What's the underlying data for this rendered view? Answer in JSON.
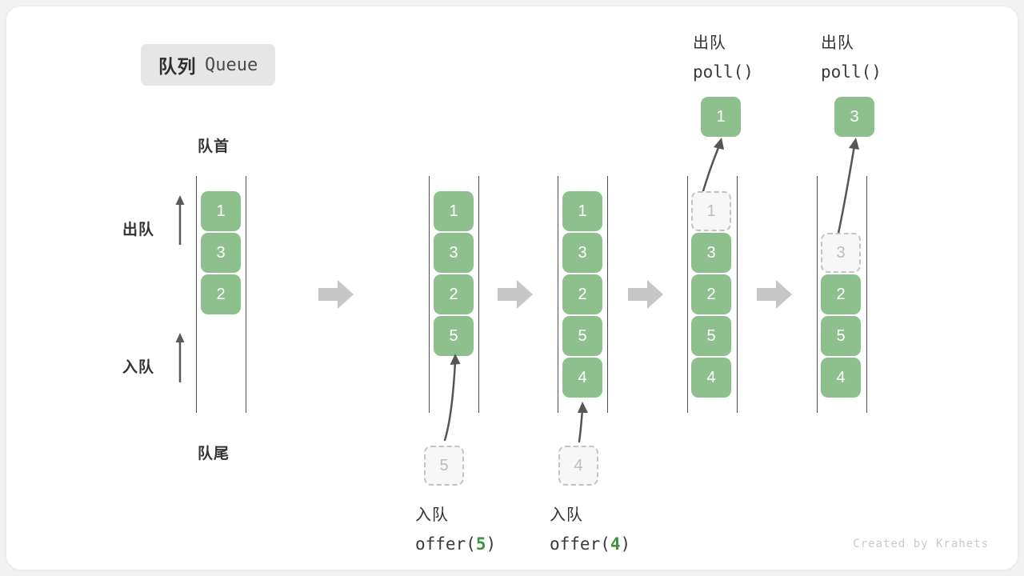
{
  "title": {
    "cn": "队列",
    "en": "Queue"
  },
  "labels": {
    "head": "队首",
    "tail": "队尾",
    "dequeue": "出队",
    "enqueue": "入队"
  },
  "colors": {
    "element": "#8ec08e",
    "ghost_fill": "#f7f7f7",
    "ghost_border": "#c3c3c3",
    "ghost_text": "#bdbdbd",
    "rail": "#4f4f4f",
    "flow_arrow": "#c6c6c6",
    "motion_arrow": "#555555",
    "accent_number": "#3f9142",
    "badge_bg": "#e6e6e6",
    "card_bg": "#ffffff",
    "page_bg": "#f2f2f2"
  },
  "steps": [
    {
      "id": "initial",
      "elements": [
        "1",
        "3",
        "2"
      ],
      "ghost_index": null,
      "ghost_value": null,
      "popped_value": null,
      "op_cn": null,
      "op_code": null,
      "incoming_value": null
    },
    {
      "id": "after-offer-5",
      "elements": [
        "1",
        "3",
        "2",
        "5"
      ],
      "ghost_index": null,
      "ghost_value": null,
      "popped_value": null,
      "op_cn": "入队",
      "op_code_prefix": "offer(",
      "op_code_num": "5",
      "op_code_suffix": ")",
      "incoming_value": "5"
    },
    {
      "id": "after-offer-4",
      "elements": [
        "1",
        "3",
        "2",
        "5",
        "4"
      ],
      "ghost_index": null,
      "ghost_value": null,
      "popped_value": null,
      "op_cn": "入队",
      "op_code_prefix": "offer(",
      "op_code_num": "4",
      "op_code_suffix": ")",
      "incoming_value": "4"
    },
    {
      "id": "poll-1",
      "elements": [
        "3",
        "2",
        "5",
        "4"
      ],
      "ghost_index": 0,
      "ghost_value": "1",
      "popped_value": "1",
      "op_cn": "出队",
      "op_code": "poll()"
    },
    {
      "id": "poll-3",
      "elements": [
        "2",
        "5",
        "4"
      ],
      "ghost_index": 1,
      "ghost_value": "3",
      "popped_value": "3",
      "op_cn": "出队",
      "op_code": "poll()"
    }
  ],
  "watermark": "Created by Krahets"
}
